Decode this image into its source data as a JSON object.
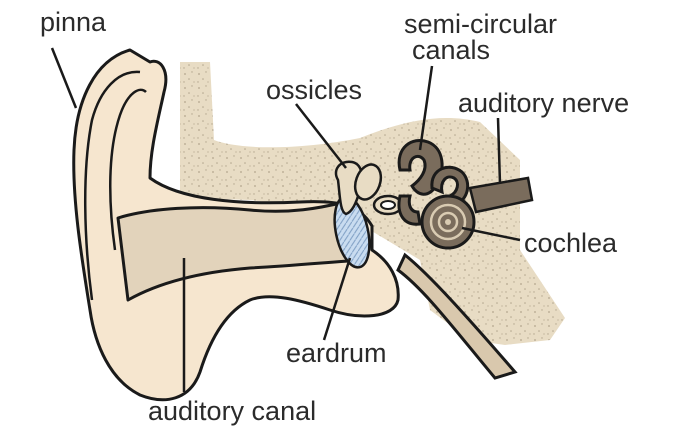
{
  "labels": {
    "pinna": "pinna",
    "semi_circular_line1": "semi-circular",
    "semi_circular_line2": "canals",
    "ossicles": "ossicles",
    "auditory_nerve": "auditory nerve",
    "cochlea": "cochlea",
    "eardrum": "eardrum",
    "auditory_canal": "auditory canal"
  },
  "colors": {
    "skin": "#f6e6cf",
    "canal": "#e2d3bb",
    "bone": "#e8dcc4",
    "inner_ear": "#7a6c5c",
    "eardrum": "#b9cfe6",
    "outline": "#1a1a1a"
  }
}
